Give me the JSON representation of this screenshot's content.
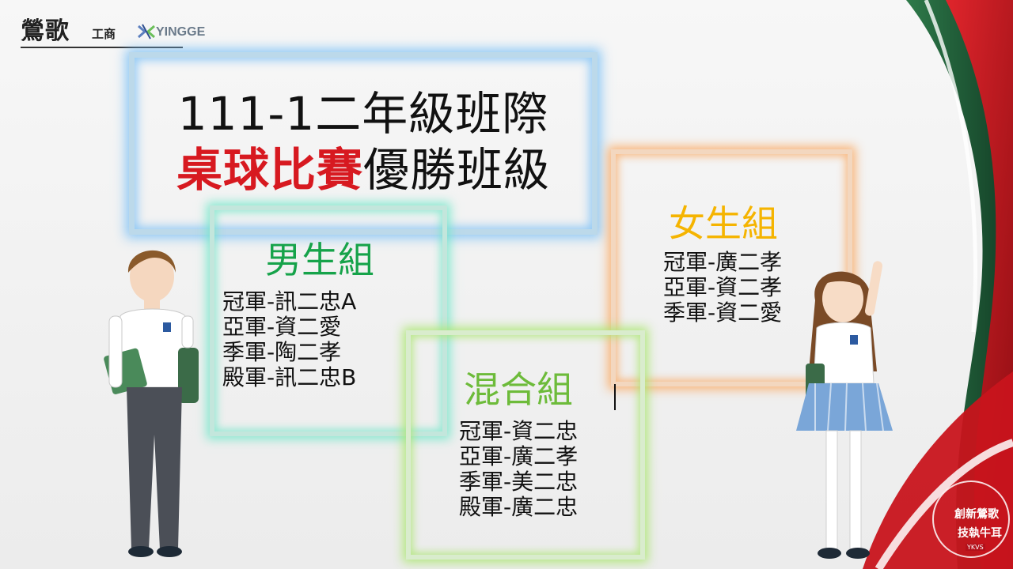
{
  "logo": {
    "cn": "鶯歌",
    "sub": "工商",
    "en": "YINGGE"
  },
  "title": {
    "line1": "111-1二年級班際",
    "line2_highlight": "桌球比賽",
    "line2_rest": "優勝班級"
  },
  "boys": {
    "title": "男生組",
    "items": [
      "冠軍-訊二忠A",
      "亞軍-資二愛",
      "季軍-陶二孝",
      "殿軍-訊二忠B"
    ]
  },
  "girls": {
    "title": "女生組",
    "items": [
      "冠軍-廣二孝",
      "亞軍-資二孝",
      "季軍-資二愛"
    ]
  },
  "mixed": {
    "title": "混合組",
    "items": [
      "冠軍-資二忠",
      "亞軍-廣二孝",
      "季軍-美二忠",
      "殿軍-廣二忠"
    ]
  },
  "badge": {
    "line1": "創新鶯歌",
    "line2": "技執牛耳",
    "tag": "YKVS"
  },
  "colors": {
    "highlight": "#d71920",
    "boys": "#16a34a",
    "girls": "#f5b400",
    "mixed": "#6dbb3a",
    "title_frame": "#8ecbf3",
    "deco_red": "#c8141c",
    "deco_green": "#1f5e3a"
  },
  "icons": [
    "yingge-logo-icon",
    "boy-student-illustration",
    "girl-student-illustration",
    "badge-emblem-icon"
  ]
}
